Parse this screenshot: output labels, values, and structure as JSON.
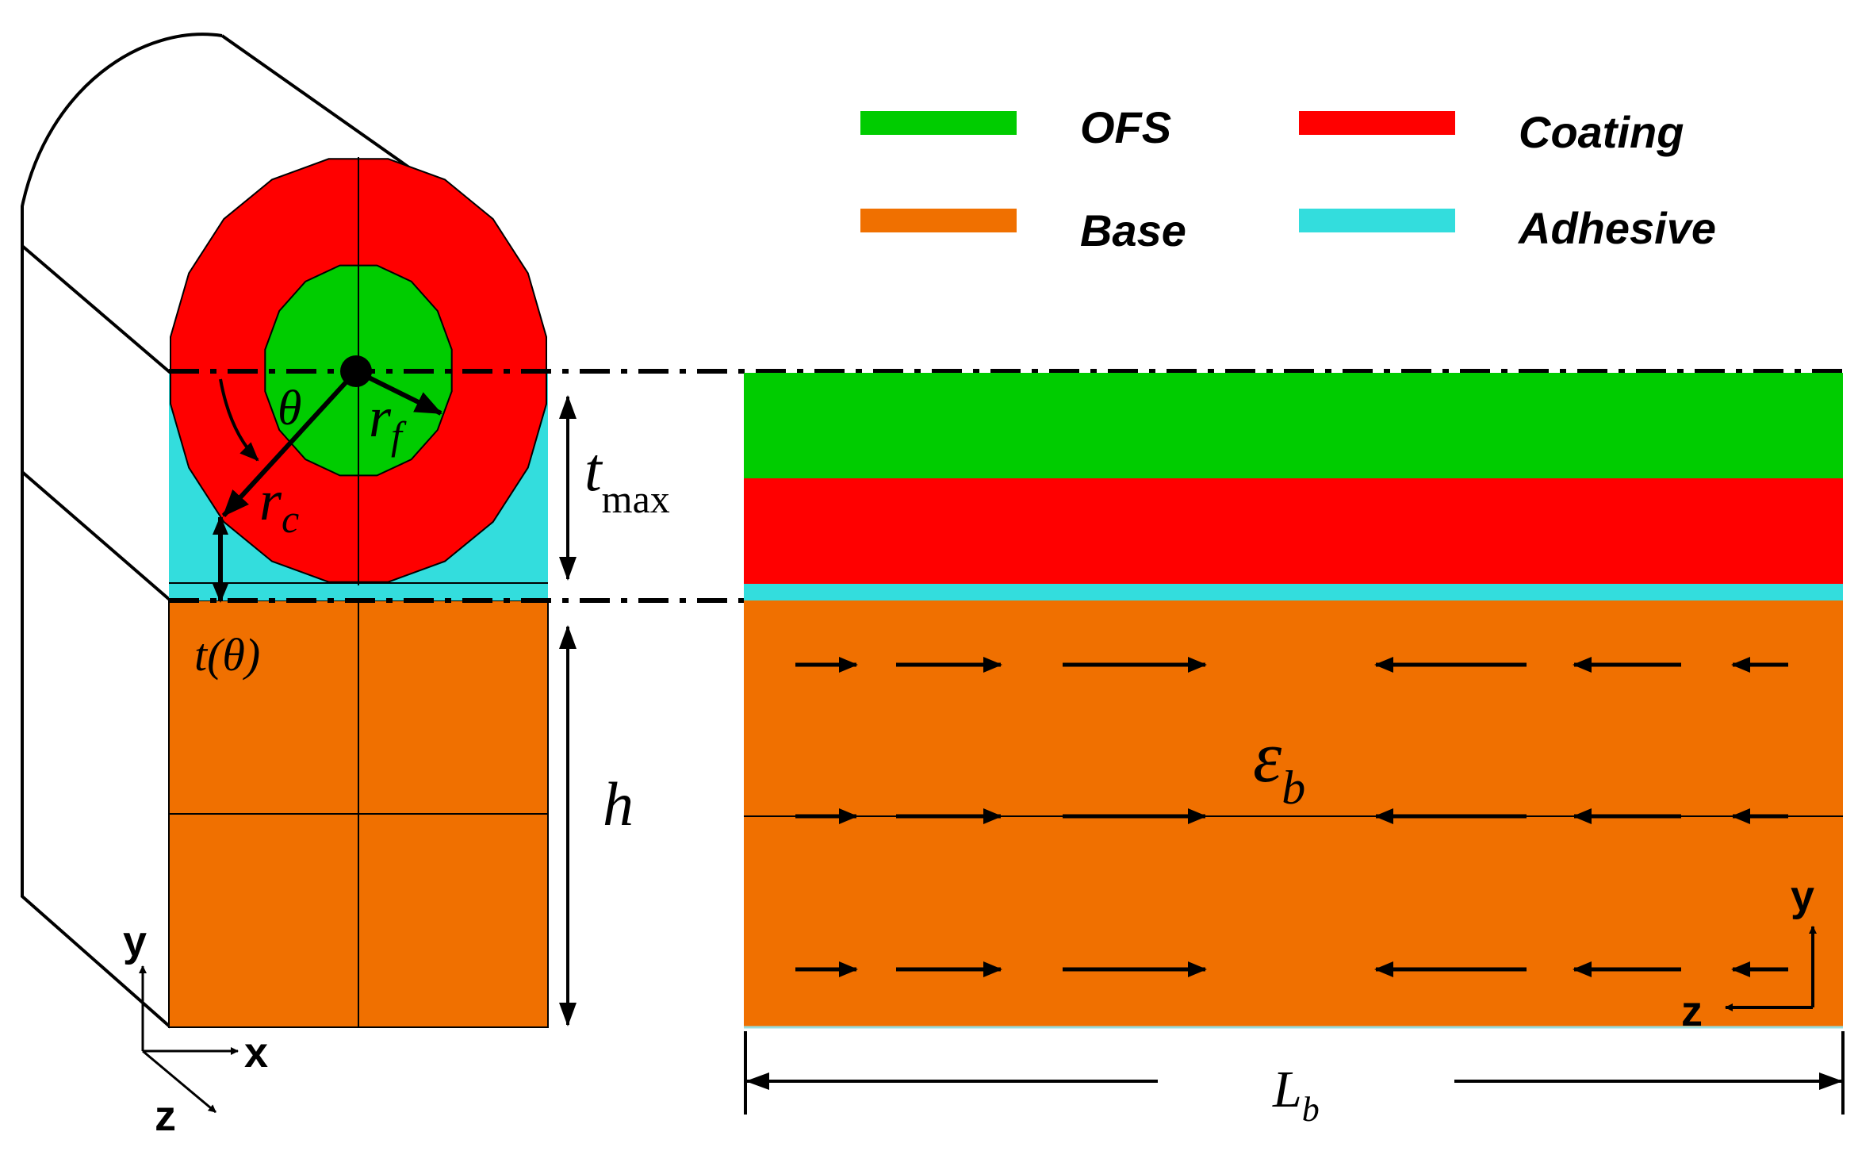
{
  "colors": {
    "ofs": "#00cc00",
    "coating": "#ff0000",
    "base": "#f07000",
    "adhesive": "#33dddd",
    "line": "#000000"
  },
  "legend": [
    {
      "key": "ofs",
      "label": "OFS"
    },
    {
      "key": "coating",
      "label": "Coating"
    },
    {
      "key": "base",
      "label": "Base"
    },
    {
      "key": "adhesive",
      "label": "Adhesive"
    }
  ],
  "labels": {
    "theta": "θ",
    "r_f": "r",
    "r_f_sub": "f",
    "r_c": "r",
    "r_c_sub": "c",
    "t_max": "t",
    "t_max_sub": "max",
    "t_theta": "t(θ)",
    "h": "h",
    "epsilon": "ε",
    "epsilon_sub": "b",
    "L": "L",
    "L_sub": "b"
  },
  "axes_left": {
    "y": "y",
    "x": "x",
    "z": "z"
  },
  "axes_right": {
    "y": "y",
    "z": "z"
  },
  "strain_arrows": {
    "direction_left_half": "right",
    "direction_right_half": "left",
    "rows": 3,
    "arrows_per_side": 3
  }
}
